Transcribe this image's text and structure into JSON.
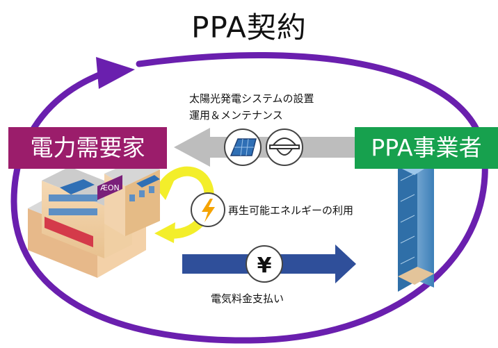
{
  "title": "PPA契約",
  "consumer_label": "電力需要家",
  "ppa_provider_label": "PPA事業者",
  "install_line1": "太陽光発電システムの設置",
  "install_line2": "運用＆メンテナンス",
  "energy_label": "再生可能エネルギーの利用",
  "payment_label": "電気料金支払い",
  "yen_symbol": "¥",
  "building_sign": "ÆON",
  "colors": {
    "cycle": "#6a1fae",
    "consumer_box": "#9b1d6b",
    "ppa_box": "#17a14e",
    "service_arrow": "#bdbdbd",
    "payment_arrow": "#2f4f9a",
    "energy_loop": "#f3ee2a",
    "bolt": "#f5a300"
  },
  "icons": [
    "solar-panel-icon",
    "hard-hat-icon",
    "lightning-bolt-icon",
    "yen-icon"
  ]
}
